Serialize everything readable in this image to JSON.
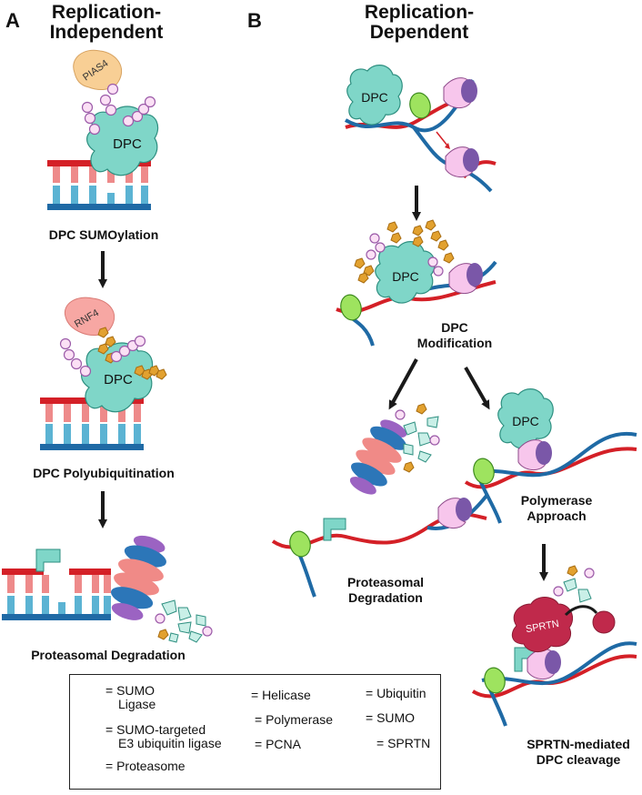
{
  "panels": {
    "a": {
      "letter": "A",
      "title_line1": "Replication-",
      "title_line2": "Independent",
      "steps": {
        "sumoylation": "DPC SUMOylation",
        "polyubiquitination": "DPC Polyubiquitination",
        "degradation": "Proteasomal Degradation"
      }
    },
    "b": {
      "letter": "B",
      "title_line1": "Replication-",
      "title_line2": "Dependent",
      "steps": {
        "modification_line1": "DPC",
        "modification_line2": "Modification",
        "degradation_line1": "Proteasomal",
        "degradation_line2": "Degradation",
        "approach_line1": "Polymerase",
        "approach_line2": "Approach",
        "cleavage_line1": "SPRTN-mediated",
        "cleavage_line2": "DPC cleavage"
      }
    }
  },
  "protein_labels": {
    "dpc": "DPC",
    "pias4": "PIAS4",
    "rnf4": "RNF4",
    "sprtn": "SPRTN"
  },
  "legend": {
    "sumo_ligase_line1": "= SUMO",
    "sumo_ligase_line2": "Ligase",
    "stubl_line1": "= SUMO-targeted",
    "stubl_line2": "E3 ubiquitin ligase",
    "proteasome": "= Proteasome",
    "helicase": "= Helicase",
    "polymerase": "= Polymerase",
    "pcna": "= PCNA",
    "ubiquitin": "= Ubiquitin",
    "sumo": "= SUMO",
    "sprtn": "= SPRTN"
  },
  "colors": {
    "dna_red": "#d42027",
    "dna_red_light": "#ee8a8a",
    "dna_blue": "#1f6aa5",
    "dna_blue_light": "#5bb3d3",
    "dpc": "#7fd6c8",
    "dpc_stroke": "#2e8f80",
    "ubiquitin": "#e2a12f",
    "sumo_fill": "#fbe0f5",
    "sumo_stroke": "#9b5aa8",
    "helicase": "#9ee35f",
    "polymerase": "#f7c6ec",
    "pcna": "#7a57a8",
    "sprtn": "#c0294b",
    "sumo_ligase": "#f8cf95",
    "stubl": "#f7a7a3",
    "proteasome_blue": "#2c76b8",
    "proteasome_pink": "#f08a87",
    "proteasome_purple": "#9b63c2",
    "arrow": "#1a1a1a"
  }
}
